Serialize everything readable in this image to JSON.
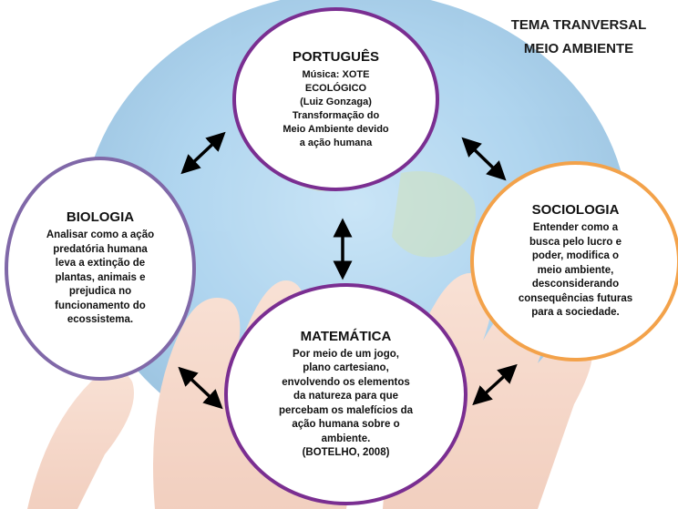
{
  "title": {
    "line1": "TEMA TRANVERSAL",
    "line2": "MEIO AMBIENTE"
  },
  "nodes": {
    "portugues": {
      "heading": "PORTUGUÊS",
      "text": "Música: XOTE\nECOLÓGICO\n(Luiz Gonzaga)\nTransformação do\nMeio Ambiente devido\na ação humana"
    },
    "biologia": {
      "heading": "BIOLOGIA",
      "text": "Analisar como a ação\npredatória humana\nleva a extinção de\nplantas, animais e\nprejudica no\nfuncionamento do\necossistema."
    },
    "sociologia": {
      "heading": "SOCIOLOGIA",
      "text": "Entender como a\nbusca pelo lucro e\npoder, modifica o\nmeio ambiente,\ndesconsiderando\nconsequências futuras\npara a sociedade."
    },
    "matematica": {
      "heading": "MATEMÁTICA",
      "text": "Por meio de um jogo,\nplano cartesiano,\nenvolvendo os elementos\nda natureza para que\npercebam os malefícios da\nação humana sobre o\nambiente.\n(BOTELHO, 2008)"
    }
  },
  "colors": {
    "portugues_border": "#7a2e91",
    "biologia_border": "#8068a8",
    "sociologia_border": "#f3a24a",
    "matematica_border": "#7a2e91",
    "arrow": "#000000"
  },
  "background_image": "hands-holding-globe"
}
